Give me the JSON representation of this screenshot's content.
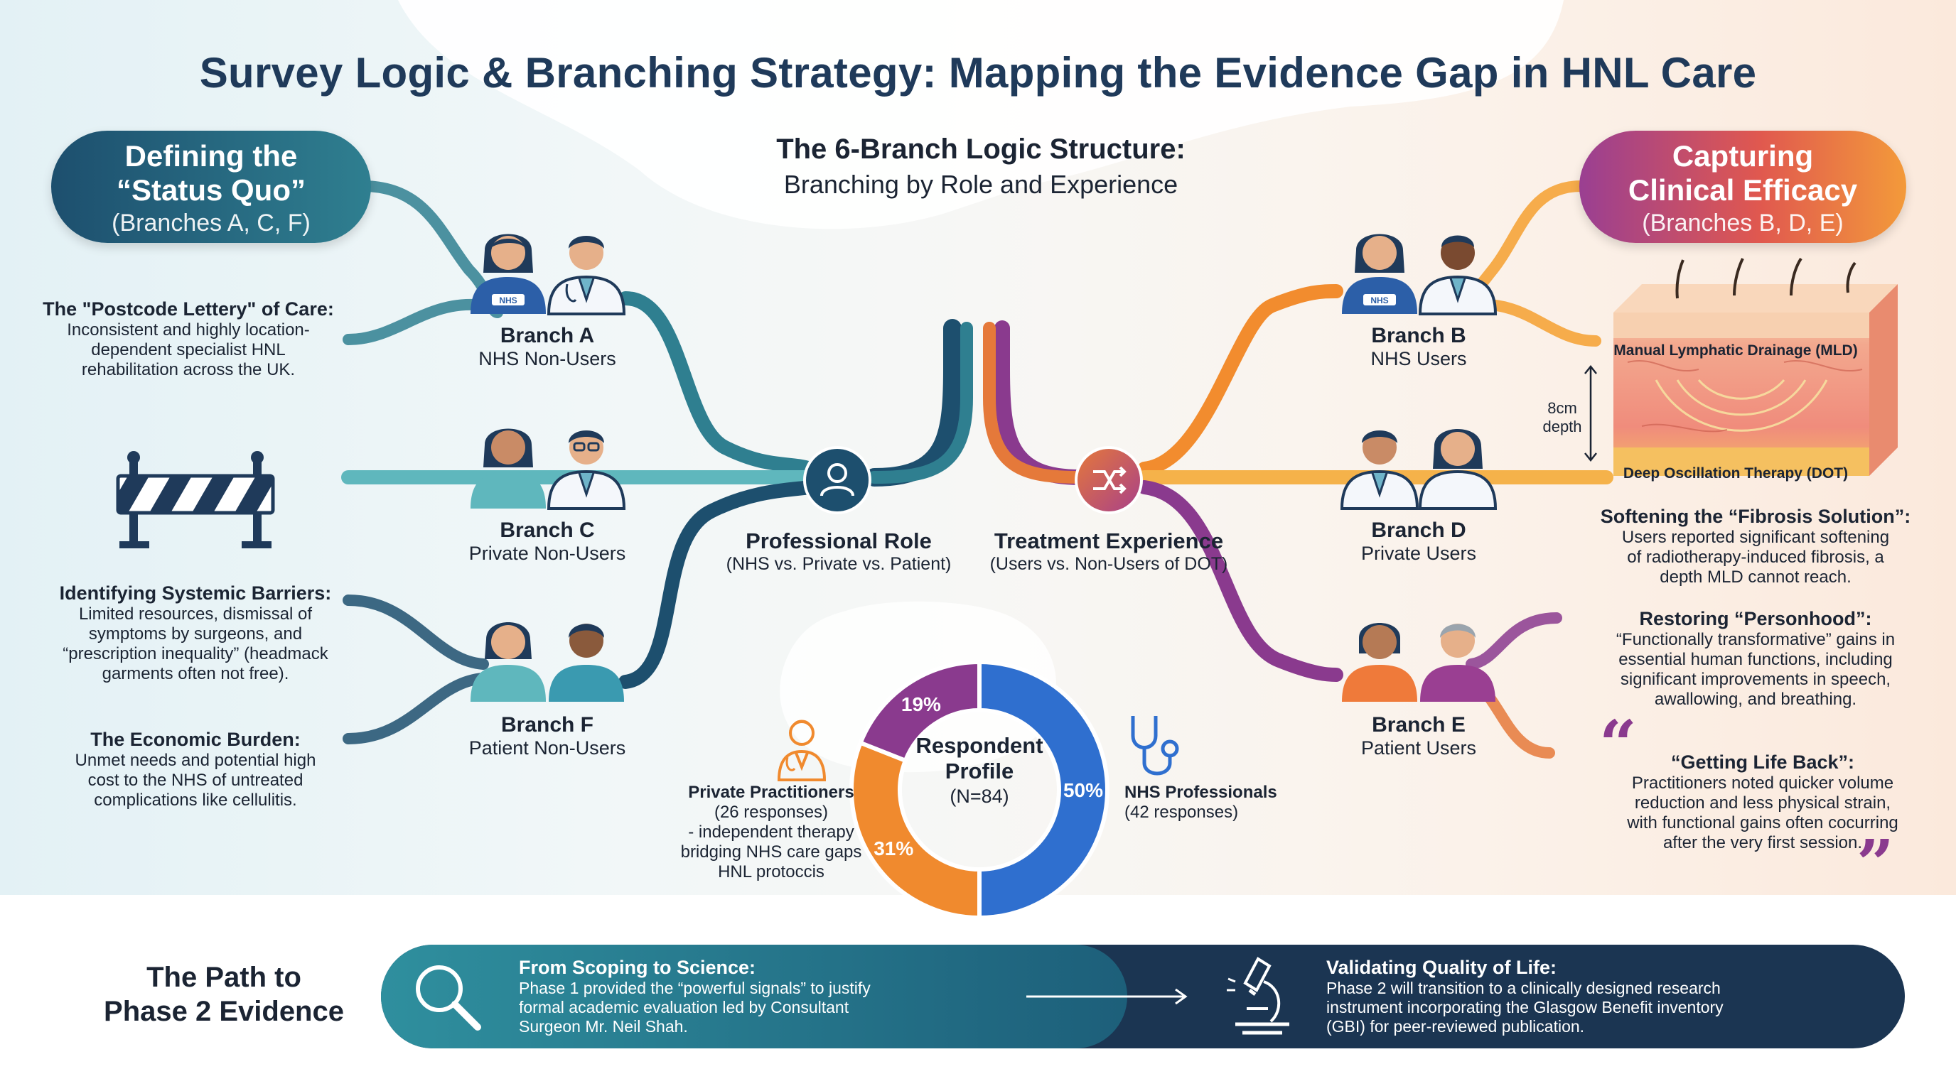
{
  "title": "Survey Logic & Branching Strategy: Mapping the Evidence Gap in HNL Care",
  "structure": {
    "heading": "The 6-Branch Logic Structure:",
    "subheading": "Branching by Role and Experience"
  },
  "left_pill": {
    "line1": "Defining the",
    "line2": "“Status Quo”",
    "sub": "(Branches A, C, F)"
  },
  "right_pill": {
    "line1": "Capturing",
    "line2": "Clinical Efficacy",
    "sub": "(Branches B, D, E)"
  },
  "left_notes": [
    {
      "heading": "The \"Postcode Lettery\" of Care:",
      "lines": [
        "Inconsistent and highly location-",
        "dependent specialist HNL",
        "rehabilitation across the UK."
      ]
    },
    {
      "heading": "Identifying Systemic Barriers:",
      "lines": [
        "Limited resources, dismissal of",
        "symptoms by surgeons, and",
        "“prescription inequality” (headmack",
        "garments often not free)."
      ]
    },
    {
      "heading": "The Economic Burden:",
      "lines": [
        "Unmet needs and potential high",
        "cost to the NHS of untreated",
        "complications like cellulitis."
      ]
    }
  ],
  "branches": {
    "a": {
      "name": "Branch A",
      "desc": "NHS Non-Users"
    },
    "c": {
      "name": "Branch C",
      "desc": "Private Non-Users"
    },
    "f": {
      "name": "Branch F",
      "desc": "Patient Non-Users"
    },
    "b": {
      "name": "Branch B",
      "desc": "NHS Users"
    },
    "d": {
      "name": "Branch D",
      "desc": "Private Users"
    },
    "e": {
      "name": "Branch E",
      "desc": "Patient Users"
    }
  },
  "nodes": {
    "professional": {
      "title": "Professional Role",
      "sub": "(NHS vs. Private vs. Patient)"
    },
    "treatment": {
      "title": "Treatment Experience",
      "sub": "(Users vs. Non-Users of DOT)"
    }
  },
  "nhs_badge": "NHS",
  "tissue": {
    "top_label": "Manual Lymphatic Drainage (MLD)",
    "bottom_label": "Deep Oscillation Therapy (DOT)",
    "depth_line1": "8cm",
    "depth_line2": "depth"
  },
  "right_notes": [
    {
      "heading": "Softening the “Fibrosis Solution”:",
      "lines": [
        "Users reported significant softening",
        "of radiotherapy-induced fibrosis, a",
        "depth MLD cannot reach."
      ]
    },
    {
      "heading": "Restoring “Personhood”:",
      "lines": [
        "“Functionally transformative” gains in",
        "essential human functions, including",
        "significant improvements in speech,",
        "awallowing, and breathing."
      ]
    },
    {
      "heading": "“Getting Life Back”:",
      "lines": [
        "Practitioners noted quicker volume",
        "reduction and less physical strain,",
        "with functional gains often cocurring",
        "after the very first session."
      ]
    }
  ],
  "chart_data": {
    "type": "pie",
    "title": "Respondent Profile",
    "subtitle": "(N=84)",
    "slices": [
      {
        "label": "NHS Professionals",
        "detail": "(42 responses)",
        "value": 50,
        "display": "50%",
        "color": "#2f6fcf"
      },
      {
        "label": "Private Practitioners",
        "detail": "(26 responses)",
        "value": 31,
        "display": "31%",
        "color": "#f08a2e"
      },
      {
        "label": "",
        "detail": "",
        "value": 19,
        "display": "19%",
        "color": "#8a3a8e"
      }
    ]
  },
  "donut_labels": {
    "nhs": {
      "title": "NHS Professionals",
      "sub": "(42 responses)"
    },
    "private": {
      "title": "Private Practitioners",
      "lines": [
        "(26 responses)",
        "- independent therapy",
        "bridging NHS care gaps",
        "HNL protoccis"
      ]
    }
  },
  "footer": {
    "heading_line1": "The Path to",
    "heading_line2": "Phase 2 Evidence",
    "left": {
      "title": "From Scoping to Science:",
      "lines": [
        "Phase 1 provided the “powerful signals” to justify",
        "formal academic evaluation led by Consultant",
        "Surgeon Mr. Neil Shah."
      ]
    },
    "right": {
      "title": "Validating Quality of Life:",
      "lines": [
        "Phase 2 will transition to a clinically designed research",
        "instrument incorporating the Glasgow Benefit inventory",
        "(GBI) for peer-reviewed publication."
      ]
    }
  },
  "colors": {
    "teal_dark": "#1d4f6e",
    "teal": "#2f7f90",
    "teal_light": "#5fb7bd",
    "orange": "#f28c2e",
    "purple": "#8a3a8e",
    "navy": "#1b3552",
    "blue": "#2f6fcf"
  }
}
